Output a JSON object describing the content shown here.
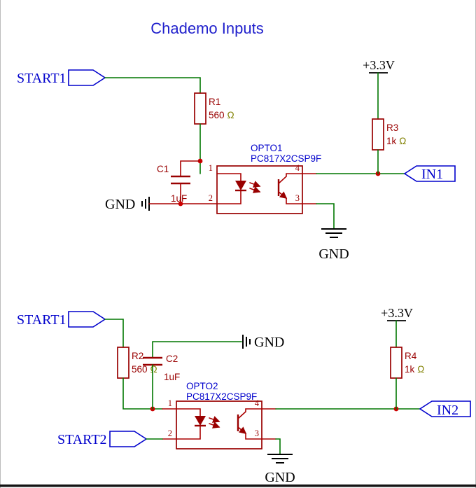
{
  "title": "Chademo Inputs",
  "colors": {
    "wire_green": "#007700",
    "wire_red": "#aa0000",
    "symbol_red": "#990000",
    "net_label_blue": "#0000cc",
    "title_blue": "#1f1fcc",
    "junction_red": "#cc0000",
    "unit_olive": "#808000",
    "text_black": "#000000"
  },
  "top": {
    "net_start1": "START1",
    "net_in1": "IN1",
    "power": "+3.3V",
    "gnd_left": "GND",
    "gnd_right": "GND",
    "r1": {
      "ref": "R1",
      "value": "560",
      "unit": "Ω"
    },
    "r3": {
      "ref": "R3",
      "value": "1k",
      "unit": "Ω"
    },
    "c1": {
      "ref": "C1",
      "value": "1uF"
    },
    "opto1": {
      "ref": "OPTO1",
      "part": "PC817X2CSP9F",
      "pin1": "1",
      "pin2": "2",
      "pin3": "3",
      "pin4": "4"
    }
  },
  "bottom": {
    "net_start1": "START1",
    "net_start2": "START2",
    "net_in2": "IN2",
    "power": "+3.3V",
    "gnd_c2": "GND",
    "gnd_opto": "GND",
    "r2": {
      "ref": "R2",
      "value": "560",
      "unit": "Ω"
    },
    "r4": {
      "ref": "R4",
      "value": "1k",
      "unit": "Ω"
    },
    "c2": {
      "ref": "C2",
      "value": "1uF"
    },
    "opto2": {
      "ref": "OPTO2",
      "part": "PC817X2CSP9F",
      "pin1": "1",
      "pin2": "2",
      "pin3": "3",
      "pin4": "4"
    }
  }
}
